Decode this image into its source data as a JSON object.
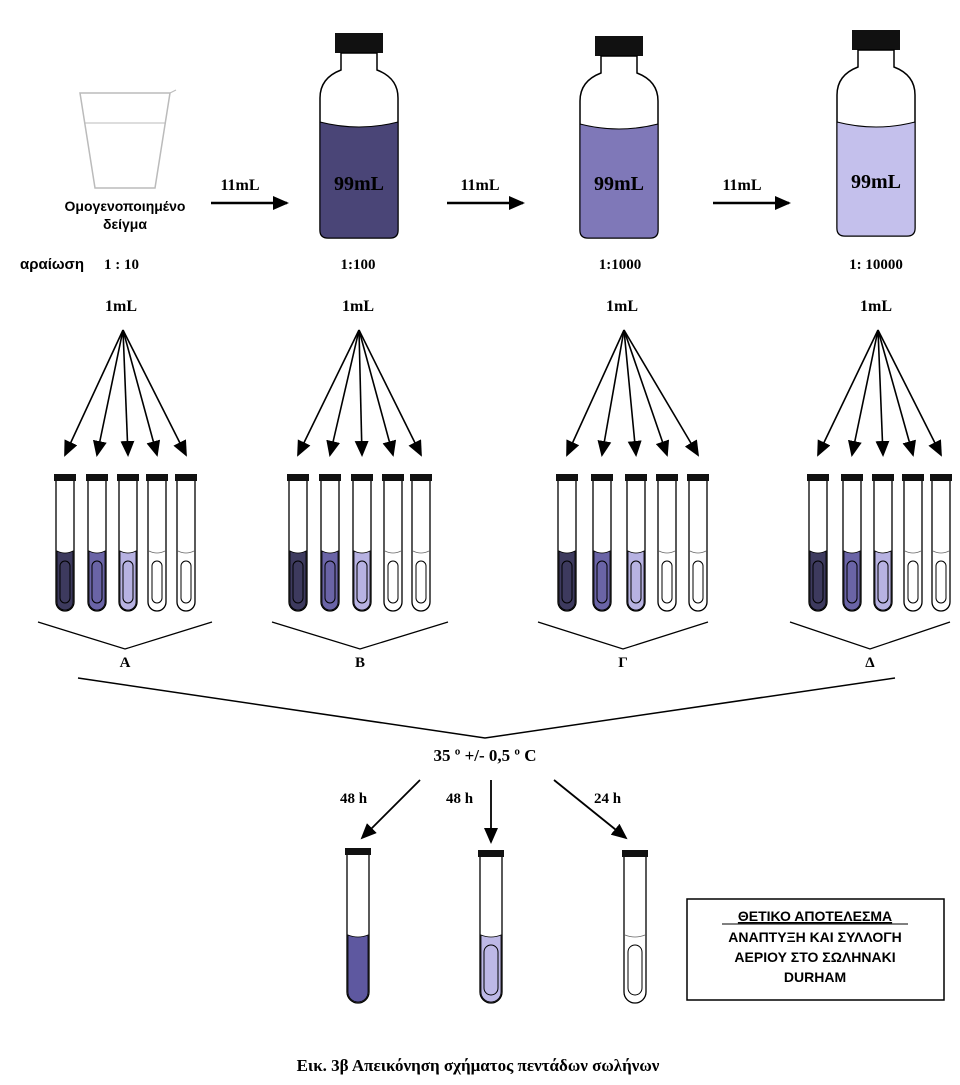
{
  "sample": {
    "label_line1": "Ομογενοποιημένο",
    "label_line2": "δείγμα",
    "dilution_word": "αραίωση",
    "dilution": "1 : 10"
  },
  "bottles": [
    {
      "volume": "99mL",
      "dilution": "1:100",
      "color": "#4a4577",
      "transfer": "11mL"
    },
    {
      "volume": "99mL",
      "dilution": "1:1000",
      "color": "#7f78b8",
      "transfer": "11mL"
    },
    {
      "volume": "99mL",
      "dilution": "1: 10000",
      "color": "#c4c0ec",
      "transfer": "11mL"
    }
  ],
  "groups": [
    {
      "label": "Α",
      "inoculum": "1mL"
    },
    {
      "label": "Β",
      "inoculum": "1mL"
    },
    {
      "label": "Γ",
      "inoculum": "1mL"
    },
    {
      "label": "Δ",
      "inoculum": "1mL"
    }
  ],
  "tube_colors": [
    "#3d3a5e",
    "#6a64a6",
    "#b7b2e2",
    "#ffffff",
    "#ffffff"
  ],
  "incubation": {
    "temperature": "35 º +/- 0,5 º C",
    "results": [
      {
        "time": "48 h",
        "color": "#5e58a0"
      },
      {
        "time": "48 h",
        "color": "#bdb8e6"
      },
      {
        "time": "24 h",
        "color": "#ffffff"
      }
    ]
  },
  "positive_result": {
    "title": "ΘΕΤΙΚΟ ΑΠΟΤΕΛΕΣΜΑ",
    "line1": "ΑΝΑΠΤΥΞΗ ΚΑΙ ΣΥΛΛΟΓΗ",
    "line2": "ΑΕΡΙΟΥ ΣΤΟ ΣΩΛΗΝΑΚΙ",
    "line3": "DURHAM"
  },
  "caption": "Εικ. 3β Απεικόνηση σχήματος πεντάδων σωλήνων"
}
